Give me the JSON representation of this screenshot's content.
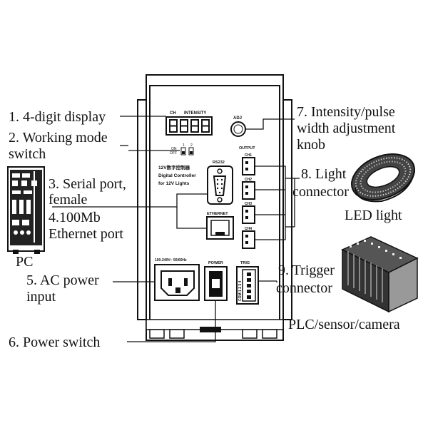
{
  "callouts": {
    "display": "1. 4-digit display",
    "mode_line1": "2. Working mode",
    "mode_line2": "switch",
    "serial_line1": "3. Serial port,",
    "serial_line2": "female",
    "ethernet_line1": "4.100Mb",
    "ethernet_line2": "Ethernet port",
    "ac_line1": "5. AC power",
    "ac_line2": "input",
    "power_switch": "6. Power switch",
    "knob_line1": "7. Intensity/pulse",
    "knob_line2": "width adjustment",
    "knob_line3": "knob",
    "light_line1": "8. Light",
    "light_line2": "connector",
    "trigger_line1": "9. Trigger",
    "trigger_line2": "connector"
  },
  "devices": {
    "pc": "PC",
    "led": "LED light",
    "plc": "PLC/sensor/camera"
  },
  "panel": {
    "ch": "CH",
    "intensity": "INTENSITY",
    "adj": "ADJ",
    "on": "ON",
    "off": "OFF",
    "sw1": "1",
    "sw2": "2",
    "rs232": "RS232",
    "model_line1": "12V数字控制器",
    "model_line2": "Digital Controller",
    "model_line3": "for 12V Lights",
    "output": "OUTPUT",
    "ch1": "CH1",
    "ch2": "CH2",
    "ch3": "CH3",
    "ch4": "CH4",
    "ethernet": "ETHERNET",
    "ac_rating": "100-240V~ 50/60Hz",
    "power": "POWER",
    "trig": "TRIG",
    "trig_pins": "COM 1 2 3 4"
  }
}
